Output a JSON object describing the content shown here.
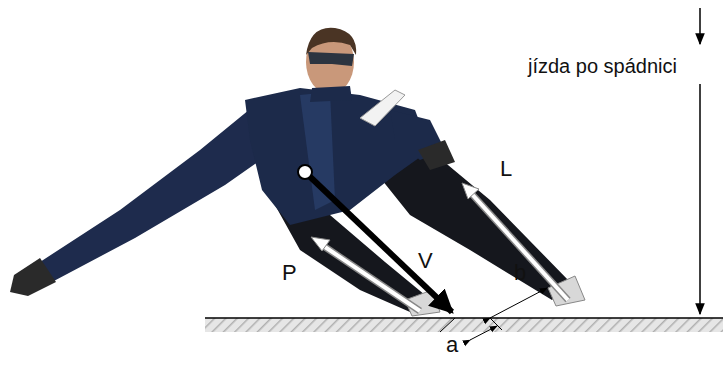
{
  "diagram": {
    "labels": [
      "jízda po spádnici",
      "L",
      "P",
      "V",
      "b",
      "a"
    ]
  }
}
